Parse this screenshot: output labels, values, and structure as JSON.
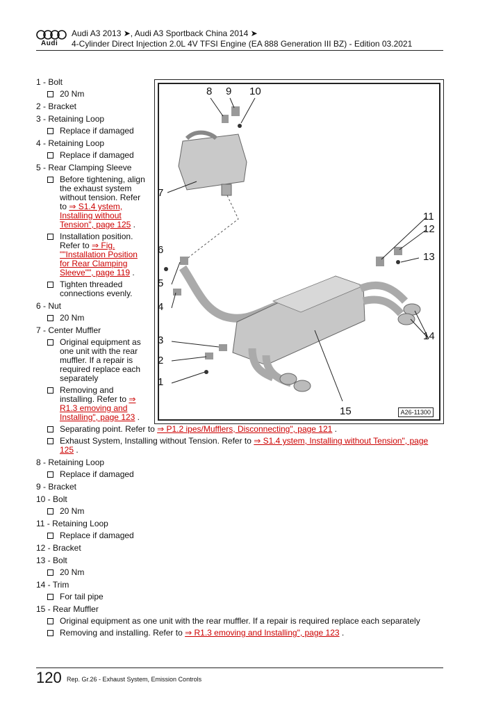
{
  "header": {
    "logo_text": "Audi",
    "line1": "Audi A3 2013 ➤, Audi A3 Sportback China 2014 ➤",
    "line2": "4-Cylinder Direct Injection 2.0L 4V TFSI Engine (EA 888 Generation III BZ) - Edition 03.2021"
  },
  "items": [
    {
      "title": "1 - Bolt",
      "subs": [
        "20 Nm"
      ]
    },
    {
      "title": "2 - Bracket"
    },
    {
      "title": "3 - Retaining Loop",
      "subs": [
        "Replace if damaged"
      ]
    },
    {
      "title": "4 - Retaining Loop",
      "subs": [
        "Replace if damaged"
      ]
    },
    {
      "title": "5 - Rear Clamping Sleeve",
      "sub0_text": "Before tightening, align the exhaust system without tension. Refer to ",
      "sub0_link": "⇒ S1.4 ystem, Installing without Tension\", page 125",
      "sub1_text": "Installation position. Refer to ",
      "sub1_link": "⇒ Fig. \"\"Installation Position for Rear Clamping Sleeve\"\", page 119",
      "sub2_text": "Tighten threaded connections evenly."
    },
    {
      "title": "6 - Nut",
      "subs": [
        "20 Nm"
      ]
    },
    {
      "title": "7 - Center Muffler",
      "sub0_text": "Original equipment as one unit with the rear muffler. If a repair is required replace each separately",
      "sub1_text": "Removing and installing. Refer to ",
      "sub1_link": "⇒ R1.3 emoving and Installing\", page 123",
      "sub2_text": "Separating point. Refer to ",
      "sub2_link": "⇒ P1.2 ipes/Mufflers, Disconnecting\", page 121",
      "sub3_text": "Exhaust System, Installing without Tension. Refer to ",
      "sub3_link": "⇒ S1.4 ystem, Installing without Tension\", page 125"
    },
    {
      "title": "8 - Retaining Loop",
      "subs": [
        "Replace if damaged"
      ]
    },
    {
      "title": "9 - Bracket"
    },
    {
      "title": "10 - Bolt",
      "subs": [
        "20 Nm"
      ]
    },
    {
      "title": "11 - Retaining Loop",
      "subs": [
        "Replace if damaged"
      ]
    },
    {
      "title": "12 - Bracket"
    },
    {
      "title": "13 - Bolt",
      "subs": [
        "20 Nm"
      ]
    },
    {
      "title": "14 - Trim",
      "subs": [
        "For tail pipe"
      ]
    },
    {
      "title": "15 - Rear Muffler",
      "sub0_text": "Original equipment as one unit with the rear muffler. If a repair is required replace each separately",
      "sub1_text": "Removing and installing. Refer to ",
      "sub1_link": "⇒ R1.3 emoving and Installing\", page 123"
    }
  ],
  "figure": {
    "callouts": [
      "1",
      "2",
      "3",
      "4",
      "5",
      "6",
      "7",
      "8",
      "9",
      "10",
      "11",
      "12",
      "13",
      "14",
      "15"
    ],
    "id": "A26-11300"
  },
  "footer": {
    "page_number": "120",
    "text": "Rep. Gr.26 - Exhaust System, Emission Controls"
  }
}
